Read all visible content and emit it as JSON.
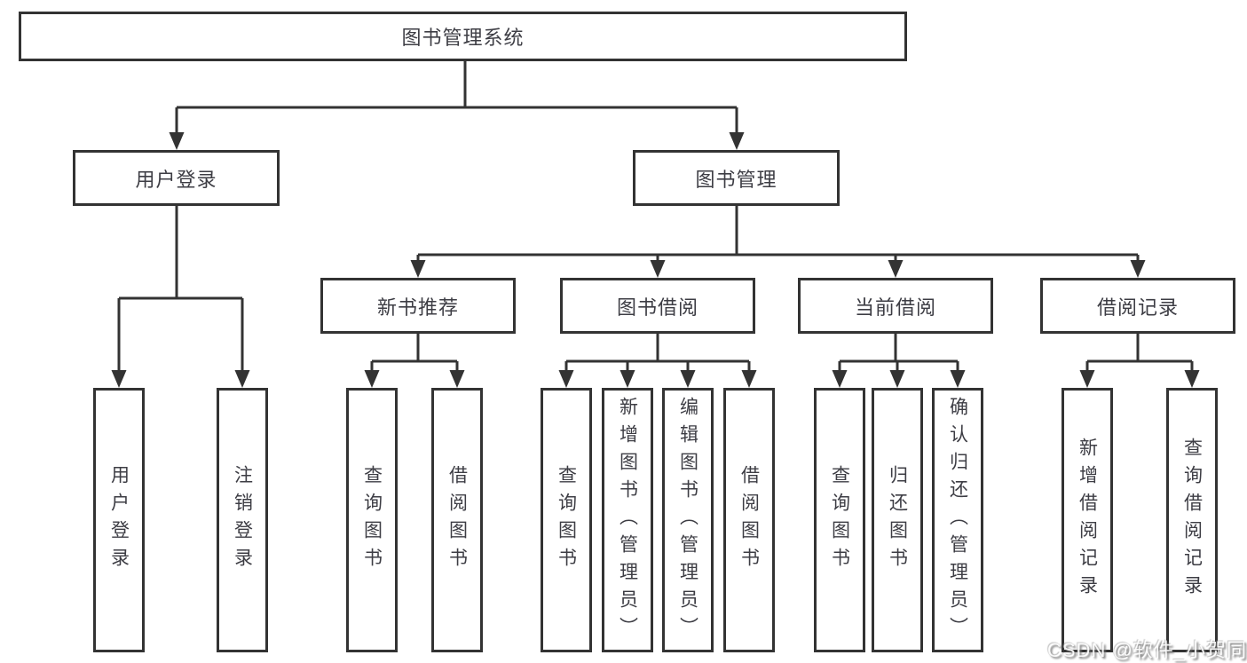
{
  "diagram": {
    "root": "图书管理系统",
    "level2": {
      "login": "用户登录",
      "management": "图书管理"
    },
    "level3": [
      "新书推荐",
      "图书借阅",
      "当前借阅",
      "借阅记录"
    ],
    "leaves": {
      "login": [
        "用户登录",
        "注销登录"
      ],
      "recommend": [
        "查询图书",
        "借阅图书"
      ],
      "borrow": [
        "查询图书",
        "新增图书（管理员）",
        "编辑图书（管理员）",
        "借阅图书"
      ],
      "current": [
        "查询图书",
        "归还图书",
        "确认归还（管理员）"
      ],
      "records": [
        "新增借阅记录",
        "查询借阅记录"
      ]
    },
    "colors": {
      "line": "#333333",
      "text": "#3d3d44",
      "box_background": "#ffffff"
    }
  },
  "watermark": {
    "text": "CSDN @软件_小贺同学"
  }
}
